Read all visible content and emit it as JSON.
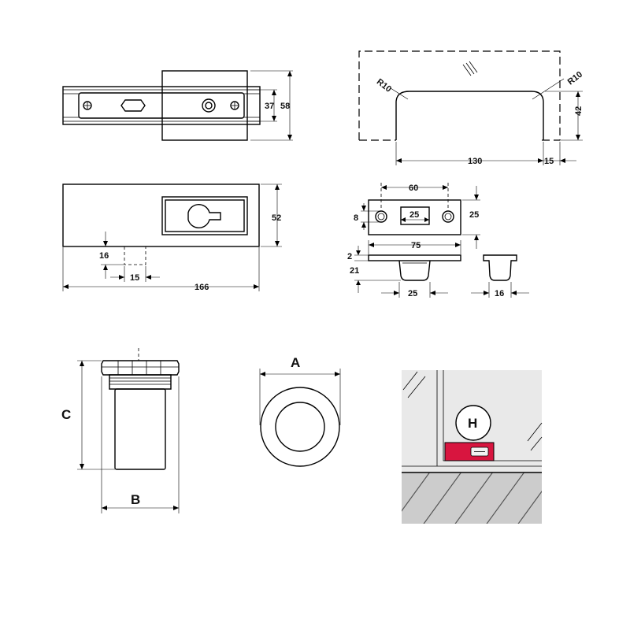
{
  "views": {
    "clamp_top": {
      "dim_37": "37",
      "dim_58": "58"
    },
    "glass_cutout": {
      "radius_left": "R10",
      "radius_right": "R10",
      "dim_42": "42",
      "dim_130": "130",
      "dim_15": "15"
    },
    "clamp_front": {
      "dim_52": "52",
      "dim_16": "16",
      "dim_15": "15",
      "dim_166": "166"
    },
    "strike_plate": {
      "dim_60": "60",
      "dim_25_slot": "25",
      "dim_8": "8",
      "dim_25_height": "25",
      "dim_75": "75",
      "dim_2": "2",
      "dim_21": "21",
      "dim_25_cup": "25",
      "dim_16_cup": "16"
    },
    "floor_socket": {
      "label_c": "C",
      "label_b": "B"
    },
    "socket_top": {
      "label_a": "A"
    },
    "installation": {
      "label_h": "H"
    }
  },
  "colors": {
    "line": "#000000",
    "socket_highlight": "#d8153f",
    "installation_bg": "#e9e9e9",
    "floor": "#cccccc"
  }
}
